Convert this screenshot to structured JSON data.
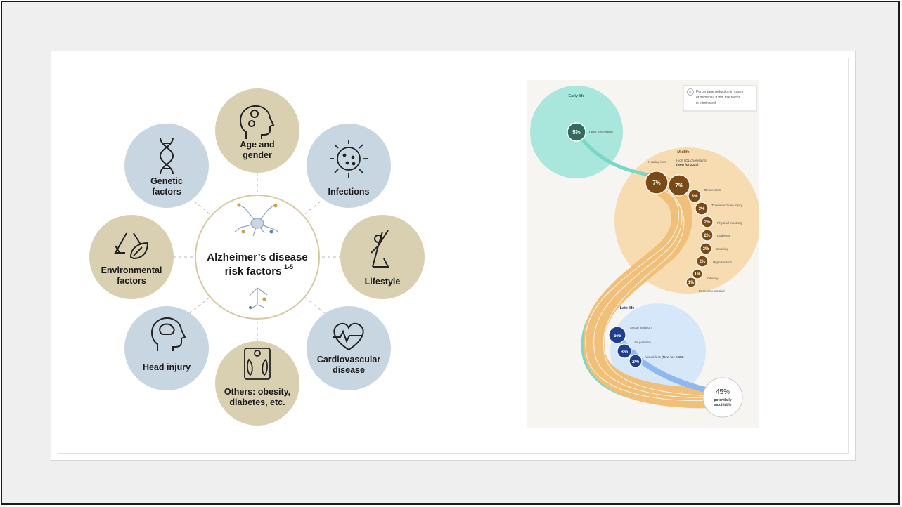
{
  "left_figure": {
    "center_title_line1": "Alzheimer’s disease",
    "center_title_line2": "risk factors",
    "center_superscript": "1-5",
    "factors": [
      {
        "line1": "Age and",
        "line2": "gender",
        "icon": "head-gears-icon",
        "color": "#d9cfb1"
      },
      {
        "line1": "",
        "line2": "Infections",
        "icon": "virus-icon",
        "color": "#c8d6e2"
      },
      {
        "line1": "",
        "line2": "Lifestyle",
        "icon": "yoga-pose-icon",
        "color": "#d9cfb1"
      },
      {
        "line1": "Cardiovascular",
        "line2": "disease",
        "icon": "heart-pulse-icon",
        "color": "#c8d6e2"
      },
      {
        "line1": "Others: obesity,",
        "line2": "diabetes, etc.",
        "icon": "scale-icon",
        "color": "#d9cfb1"
      },
      {
        "line1": "",
        "line2": "Head injury",
        "icon": "head-brain-icon",
        "color": "#c8d6e2"
      },
      {
        "line1": "Environmental",
        "line2": "factors",
        "icon": "recycle-leaf-icon",
        "color": "#d9cfb1"
      },
      {
        "line1": "Genetic",
        "line2": "factors",
        "icon": "dna-icon",
        "color": "#c8d6e2"
      }
    ]
  },
  "right_figure": {
    "legend_symbol": "%",
    "legend_text_line1": "Percentage reduction in cases",
    "legend_text_line2": "of dementia if this risk factor",
    "legend_text_line3": "is eliminated",
    "early_life": {
      "title": "Early life",
      "factors": [
        {
          "pct": "5%",
          "label": "Less education"
        }
      ]
    },
    "midlife": {
      "title": "Midlife",
      "factors": [
        {
          "pct": "7%",
          "label": "Hearing loss"
        },
        {
          "pct": "7%",
          "label": "High LDL cholesterol",
          "note": "(New for 2024)"
        },
        {
          "pct": "3%",
          "label": "Depression"
        },
        {
          "pct": "3%",
          "label": "Traumatic brain injury"
        },
        {
          "pct": "2%",
          "label": "Physical inactivity"
        },
        {
          "pct": "2%",
          "label": "Diabetes"
        },
        {
          "pct": "2%",
          "label": "Smoking"
        },
        {
          "pct": "2%",
          "label": "Hypertension"
        },
        {
          "pct": "1%",
          "label": "Obesity"
        },
        {
          "pct": "1%",
          "label": "Excessive alcohol"
        }
      ]
    },
    "late_life": {
      "title": "Late life",
      "factors": [
        {
          "pct": "5%",
          "label": "Social isolation"
        },
        {
          "pct": "3%",
          "label": "Air pollution"
        },
        {
          "pct": "2%",
          "label": "Visual loss",
          "note": "(New for 2024)"
        }
      ]
    },
    "total_pct": "45%",
    "total_line1": "potentially",
    "total_line2": "modifiable",
    "colors": {
      "early": "#a9e6db",
      "early_dark": "#2f6b5e",
      "mid": "#f6dcb0",
      "mid_dark": "#7a4a16",
      "late": "#d7e7fa",
      "late_dark": "#1f3f8a"
    }
  }
}
